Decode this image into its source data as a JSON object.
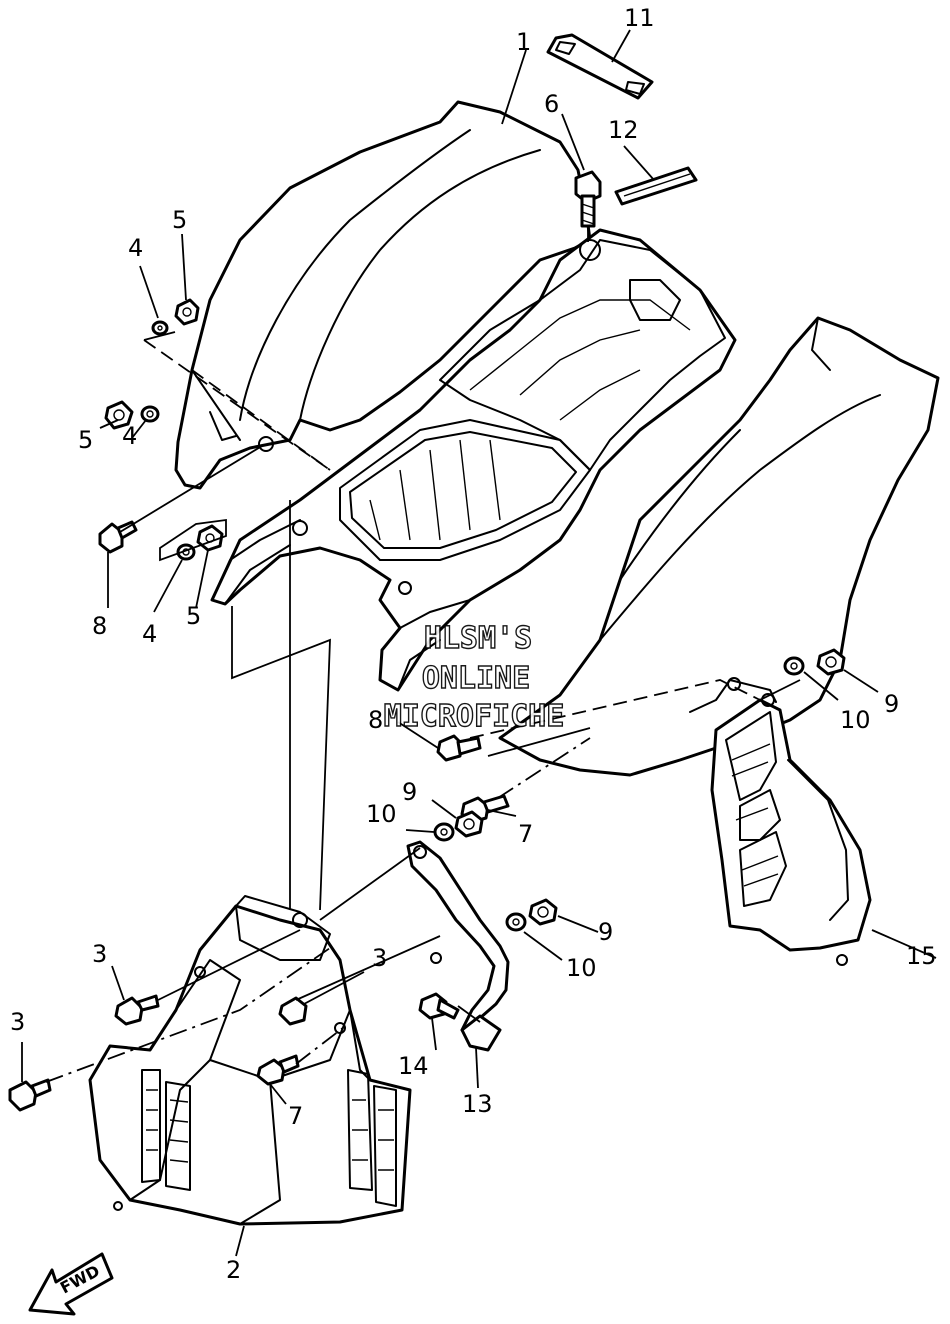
{
  "watermark": {
    "line1": "HLSM'S",
    "line2": "ONLINE",
    "line3": "MICROFICHE"
  },
  "direction_arrow": {
    "label": "FWD",
    "icon": "fwd-arrow-icon"
  },
  "callouts": [
    {
      "id": "c1",
      "label": "1"
    },
    {
      "id": "c2",
      "label": "2"
    },
    {
      "id": "c3a",
      "label": "3"
    },
    {
      "id": "c3b",
      "label": "3"
    },
    {
      "id": "c3c",
      "label": "3"
    },
    {
      "id": "c4a",
      "label": "4"
    },
    {
      "id": "c4b",
      "label": "4"
    },
    {
      "id": "c4c",
      "label": "4"
    },
    {
      "id": "c5a",
      "label": "5"
    },
    {
      "id": "c5b",
      "label": "5"
    },
    {
      "id": "c5c",
      "label": "5"
    },
    {
      "id": "c6",
      "label": "6"
    },
    {
      "id": "c7a",
      "label": "7"
    },
    {
      "id": "c7b",
      "label": "7"
    },
    {
      "id": "c8a",
      "label": "8"
    },
    {
      "id": "c8b",
      "label": "8"
    },
    {
      "id": "c9a",
      "label": "9"
    },
    {
      "id": "c9b",
      "label": "9"
    },
    {
      "id": "c9c",
      "label": "9"
    },
    {
      "id": "c10a",
      "label": "10"
    },
    {
      "id": "c10b",
      "label": "10"
    },
    {
      "id": "c10c",
      "label": "10"
    },
    {
      "id": "c11",
      "label": "11"
    },
    {
      "id": "c12",
      "label": "12"
    },
    {
      "id": "c13",
      "label": "13"
    },
    {
      "id": "c14",
      "label": "14"
    },
    {
      "id": "c15",
      "label": "15"
    }
  ]
}
